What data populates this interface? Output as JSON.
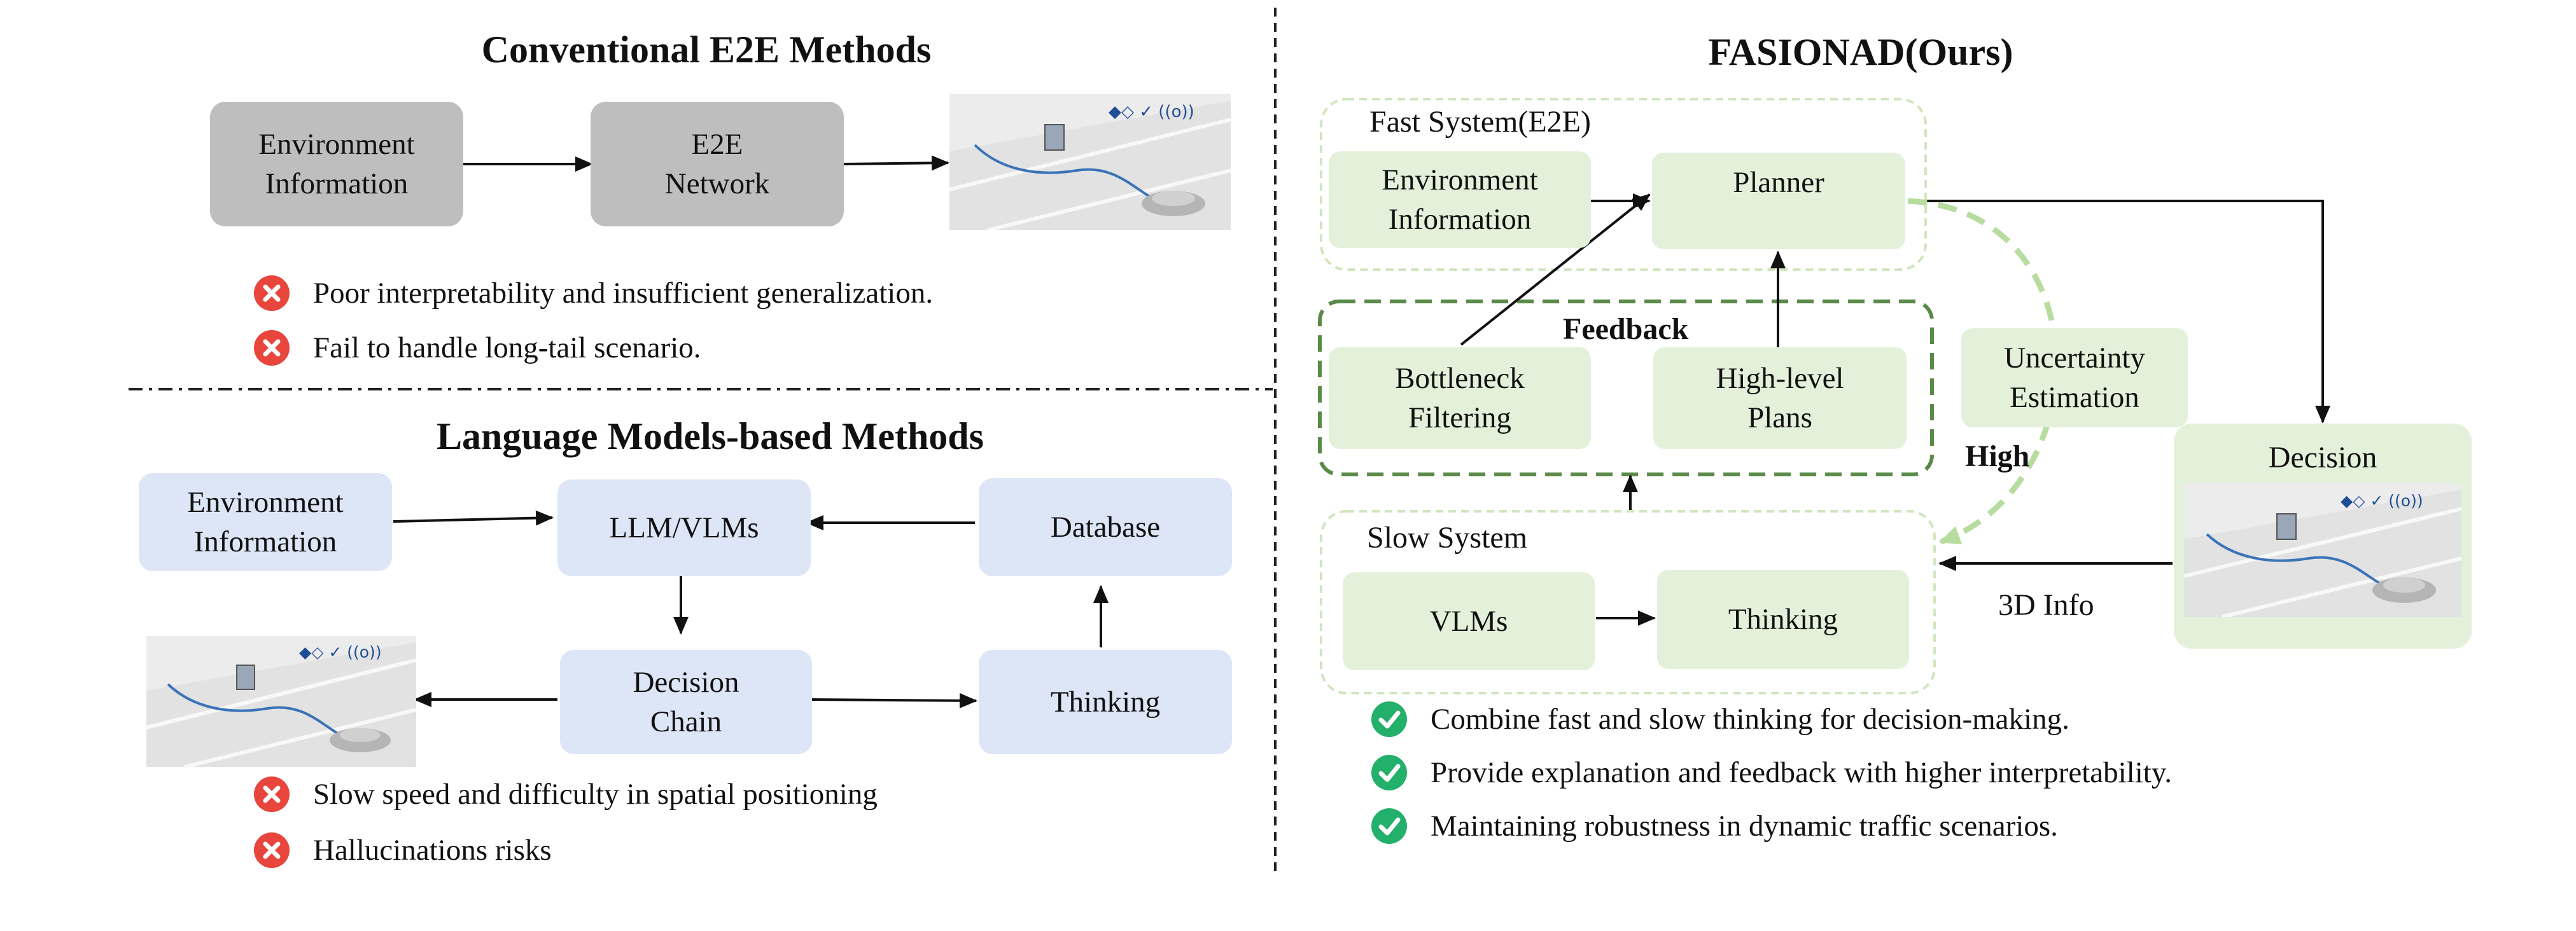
{
  "left": {
    "conventional": {
      "title": "Conventional E2E Methods",
      "env_box": "Environment\nInformation",
      "network_box": "E2E\nNetwork",
      "cons": [
        "Poor interpretability and insufficient generalization.",
        "Fail to handle long-tail scenario."
      ]
    },
    "language": {
      "title": "Language Models-based Methods",
      "env_box": "Environment\nInformation",
      "llm_box": "LLM/VLMs",
      "database_box": "Database",
      "decision_chain_box": "Decision\nChain",
      "thinking_box": "Thinking",
      "cons": [
        "Slow speed and difficulty in spatial positioning",
        "Hallucinations risks"
      ]
    }
  },
  "right": {
    "title": "FASIONAD(Ours)",
    "fast_system_label": "Fast System(E2E)",
    "env_box": "Environment\nInformation",
    "planner_box": "Planner",
    "feedback_label": "Feedback",
    "bottleneck_box": "Bottleneck\nFiltering",
    "highlevel_box": "High-level\nPlans",
    "uncertainty_box": "Uncertainty\nEstimation",
    "high_label": "High",
    "decision_label": "Decision",
    "slow_system_label": "Slow System",
    "vlms_box": "VLMs",
    "thinking_box": "Thinking",
    "info_label": "3D Info",
    "pros": [
      "Combine fast and slow thinking for decision-making.",
      "Provide explanation and feedback with higher interpretability.",
      "Maintaining robustness in dynamic traffic scenarios."
    ]
  },
  "colors": {
    "cross": "#e8453c",
    "check": "#22b06a",
    "gray_box": "#bebebe",
    "blue_box": "#dce6f6",
    "green_box": "#e3f1da",
    "feedback_border": "#5a8a48",
    "dashed_arrow": "#b7dca0"
  },
  "icons": [
    "cross-icon",
    "check-icon",
    "car-scene-image"
  ]
}
